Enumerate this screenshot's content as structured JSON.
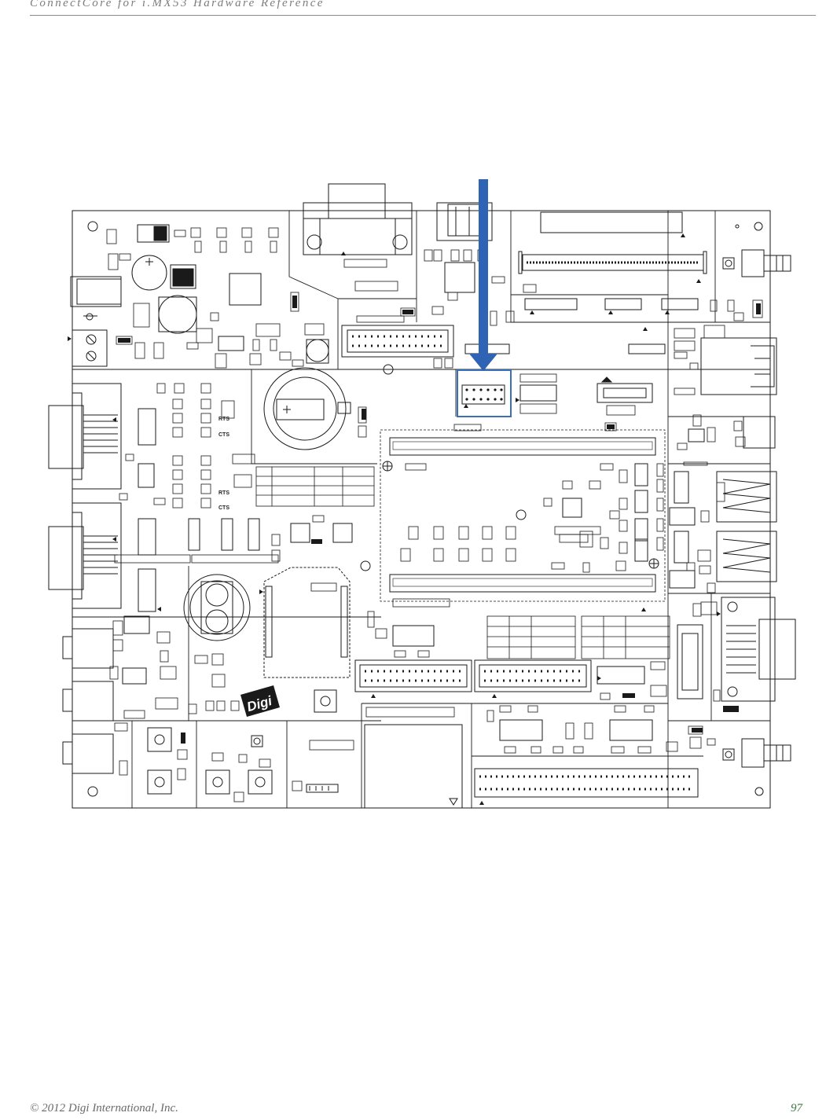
{
  "header": {
    "title": "ConnectCore for i.MX53 Hardware Reference"
  },
  "footer": {
    "copyright": "© 2012 Digi International, Inc.",
    "page_number": "97"
  },
  "board": {
    "silkscreen": {
      "rts": "RTS",
      "cts": "CTS",
      "logo": "Digi"
    },
    "colors": {
      "outline": "#1a1a1a",
      "highlight": "#3a6fba",
      "arrow": "#2f64b4"
    }
  }
}
